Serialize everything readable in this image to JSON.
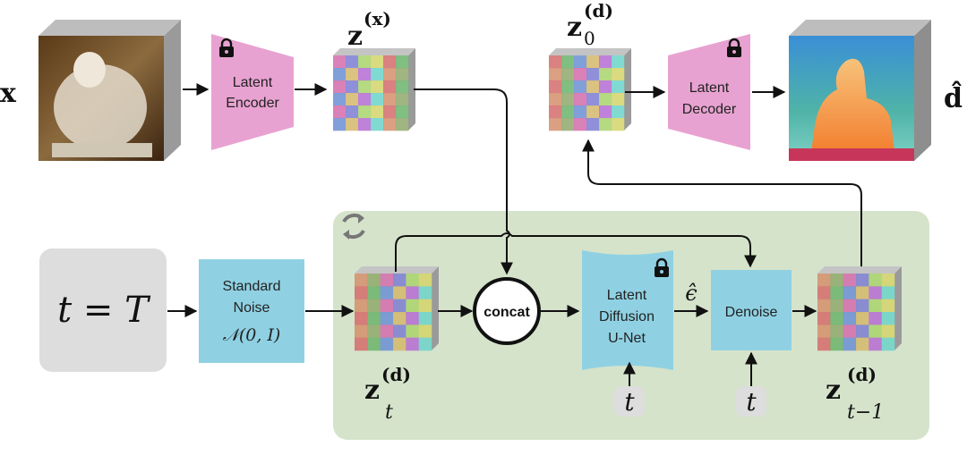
{
  "labels": {
    "x_input": "x",
    "z_x_base": "z",
    "z_x_sup": "(x)",
    "z0_base": "z",
    "z0_sub": "0",
    "z0_sup": "(d)",
    "d_hat": "d̂",
    "zt_base": "z",
    "zt_sub": "t",
    "zt_sup": "(d)",
    "zt1_base": "z",
    "zt1_sub": "t−1",
    "zt1_sup": "(d)",
    "t_eq_T": "t = T",
    "eps_hat": "ϵ̂",
    "t_unet": "t",
    "t_denoise": "t"
  },
  "blocks": {
    "encoder": [
      "Latent",
      "Encoder"
    ],
    "decoder": [
      "Latent",
      "Decoder"
    ],
    "noise": [
      "Standard",
      "Noise",
      "𝒩(0, I)"
    ],
    "concat": "concat",
    "unet": [
      "Latent",
      "Diffusion",
      "U-Net"
    ],
    "denoise": "Denoise"
  },
  "colors": {
    "encoder": "#e8a2d1",
    "noise": "#8fd1e3",
    "unet": "#8fd1e3",
    "loop_bg": "#d5e3cb",
    "t_box": "#dddddd"
  },
  "icons": [
    "lock-icon",
    "refresh-icon"
  ]
}
